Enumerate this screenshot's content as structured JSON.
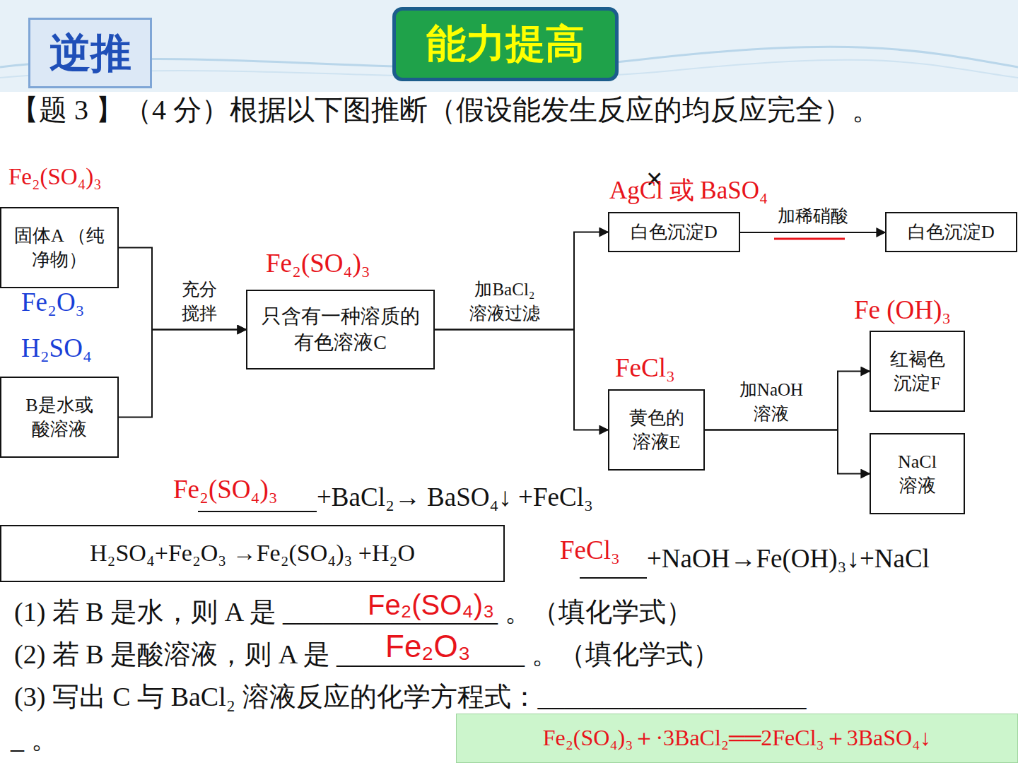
{
  "diagram": {
    "nodes": [
      {
        "text": [
          "逆推"
        ]
      },
      {
        "text": [
          "能力提高"
        ]
      },
      {
        "text": [
          "固体A （纯净物）"
        ]
      },
      {
        "text": [
          "只含有一种溶质的有色溶液C"
        ]
      },
      {
        "text": [
          "B是水或酸溶液"
        ]
      },
      {
        "text": [
          "白色沉淀D"
        ]
      },
      {
        "text": [
          "白色沉淀D"
        ]
      },
      {
        "text": [
          "黄色的溶液E"
        ]
      },
      {
        "text": [
          "红褐色沉淀F"
        ]
      },
      {
        "text": [
          "NaCl 溶液"
        ]
      },
      {
        "text": [
          "H₂SO₄+Fe₂O₃ →Fe₂(SO₄)₃ +H₂O"
        ]
      },
      {
        "text": [
          "Fe₂(SO₄)₃＋·3BaCl₂══2FeCl₃＋3BaSO₄↓"
        ]
      }
    ],
    "edges": [
      {
        "from": 2,
        "to": 3,
        "label": "充分 搅拌",
        "arrow": "to"
      },
      {
        "from": 4,
        "to": 3,
        "arrow": "to"
      },
      {
        "from": 3,
        "to": 5,
        "label": "加BaCl₂ 溶液过滤",
        "arrow": "to"
      },
      {
        "from": 3,
        "to": 7,
        "arrow": "to"
      },
      {
        "from": 5,
        "to": 6,
        "label": "加稀硝酸",
        "arrow": "to"
      },
      {
        "from": 7,
        "to": 8,
        "label": "加NaOH 溶液",
        "arrow": "to"
      },
      {
        "from": 7,
        "to": 9,
        "arrow": "to"
      }
    ],
    "labels": [
      "【题 3 】（4 分）根据以下图推断（假设能发生反应的均反应完全）。",
      "Fe₂(SO₄)₃",
      "×",
      "AgCl 或 BaSO₄",
      "Fe₂(SO₄)₃",
      "Fe₂O₃",
      "H₂SO₄",
      "Fe (OH)₃",
      "FeCl₃",
      "Fe₂(SO₄)₃",
      "+BaCl₂→ BaSO₄↓ +FeCl₃",
      "FeCl₃",
      "+NaOH→Fe(OH)₃↓+NaCl",
      "(1) 若 B 是水，则 A 是 ________________ 。（填化学式）",
      "Fe₂(SO₄)₃",
      "(2) 若 B 是酸溶液，则 A 是 ______________ 。（填化学式）",
      "Fe₂O₃",
      "(3) 写出 C 与 BaCl₂ 溶液反应的化学方程式：____________________",
      "_ 。"
    ]
  }
}
